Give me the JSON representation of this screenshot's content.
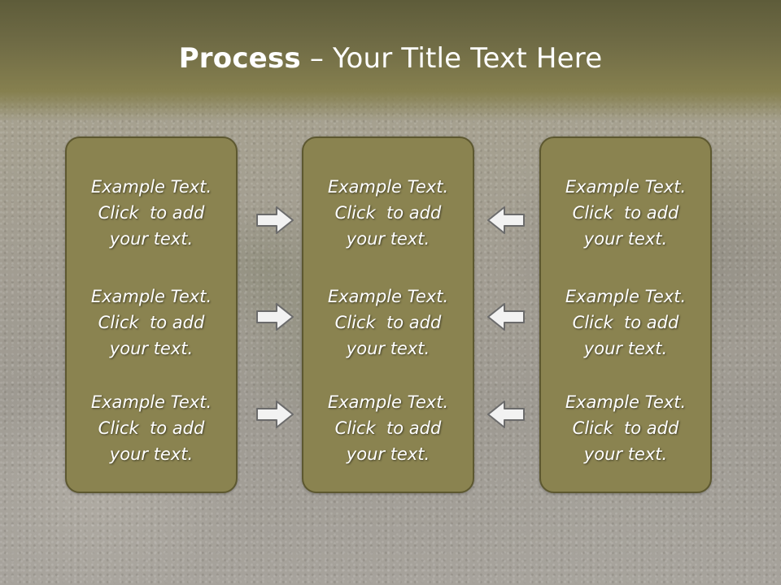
{
  "slide": {
    "title_bold": "Process",
    "title_rest": " – Your Title Text Here"
  },
  "columns": [
    {
      "cells": [
        [
          "Example Text.",
          "Click  to add",
          "your text."
        ],
        [
          "Example Text.",
          "Click  to add",
          "your text."
        ],
        [
          "Example Text.",
          "Click  to add",
          "your text."
        ]
      ]
    },
    {
      "cells": [
        [
          "Example Text.",
          "Click  to add",
          "your text."
        ],
        [
          "Example Text.",
          "Click  to add",
          "your text."
        ],
        [
          "Example Text.",
          "Click  to add",
          "your text."
        ]
      ]
    },
    {
      "cells": [
        [
          "Example Text.",
          "Click  to add",
          "your text."
        ],
        [
          "Example Text.",
          "Click  to add",
          "your text."
        ],
        [
          "Example Text.",
          "Click  to add",
          "your text."
        ]
      ]
    }
  ],
  "arrows": {
    "left_group": "arrow-right-icon",
    "right_group": "arrow-left-icon"
  },
  "colors": {
    "box_fill": "#8a8350",
    "box_border": "#5d5830",
    "title_band": "#6f6b45",
    "arrow_fill": "#f2f2f2",
    "arrow_stroke": "#6b6b6b"
  }
}
